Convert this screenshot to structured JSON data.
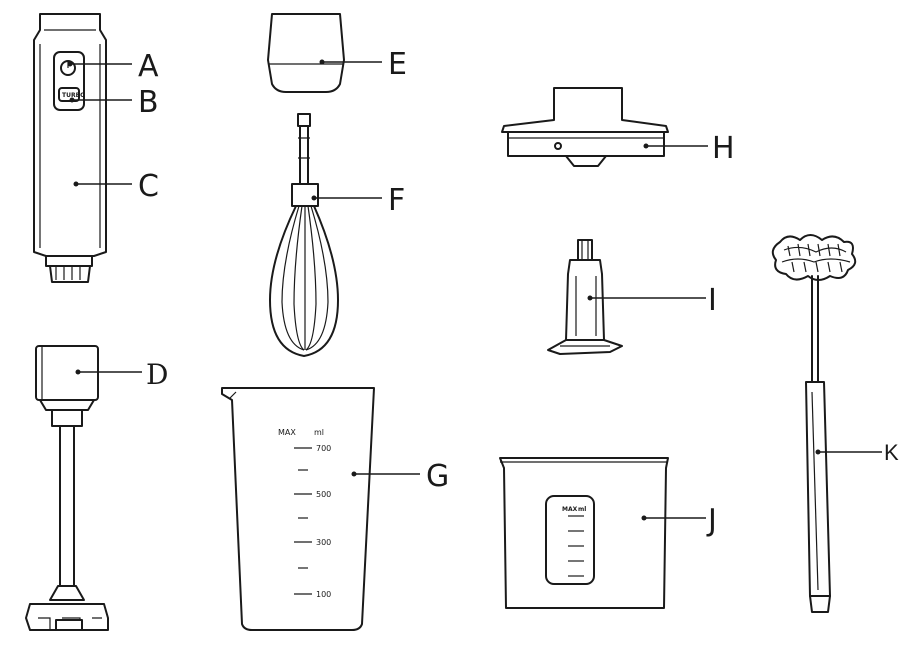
{
  "labels": {
    "a": "A",
    "b": "B",
    "c": "C",
    "d": "D",
    "e": "E",
    "f": "F",
    "g": "G",
    "h": "H",
    "i": "I",
    "j": "J",
    "k": "K"
  },
  "jug_scale": {
    "max": "MAX",
    "unit": "ml",
    "marks": [
      "700",
      "500",
      "300",
      "100"
    ]
  },
  "bowl_scale": {
    "max": "MAX",
    "unit": "ml"
  },
  "colors": {
    "line": "#1a1a1a",
    "background": "#ffffff"
  }
}
